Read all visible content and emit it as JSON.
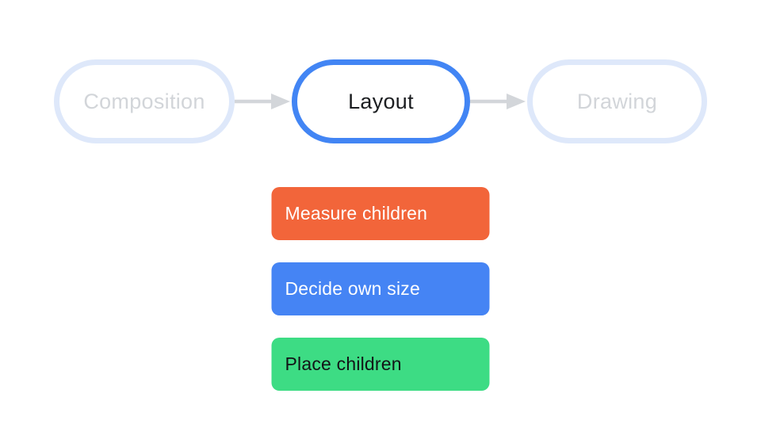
{
  "colors": {
    "accent-blue": "#4285F4",
    "pill-border-inactive": "#DEE8FA",
    "text-inactive": "#D2D5D9",
    "text-active": "#1C1E21",
    "arrow-gray": "#D3D6DA",
    "card-orange": "#F2653A",
    "card-blue": "#4584F4",
    "card-green": "#3DDC84",
    "card-text-light": "#FFFFFF",
    "card-text-dark": "#121417"
  },
  "stepper": {
    "steps": [
      {
        "label": "Composition",
        "state": "inactive"
      },
      {
        "label": "Layout",
        "state": "active"
      },
      {
        "label": "Drawing",
        "state": "inactive"
      }
    ]
  },
  "cards": [
    {
      "label": "Measure children",
      "color": "orange"
    },
    {
      "label": "Decide own size",
      "color": "blue"
    },
    {
      "label": "Place children",
      "color": "green"
    }
  ]
}
